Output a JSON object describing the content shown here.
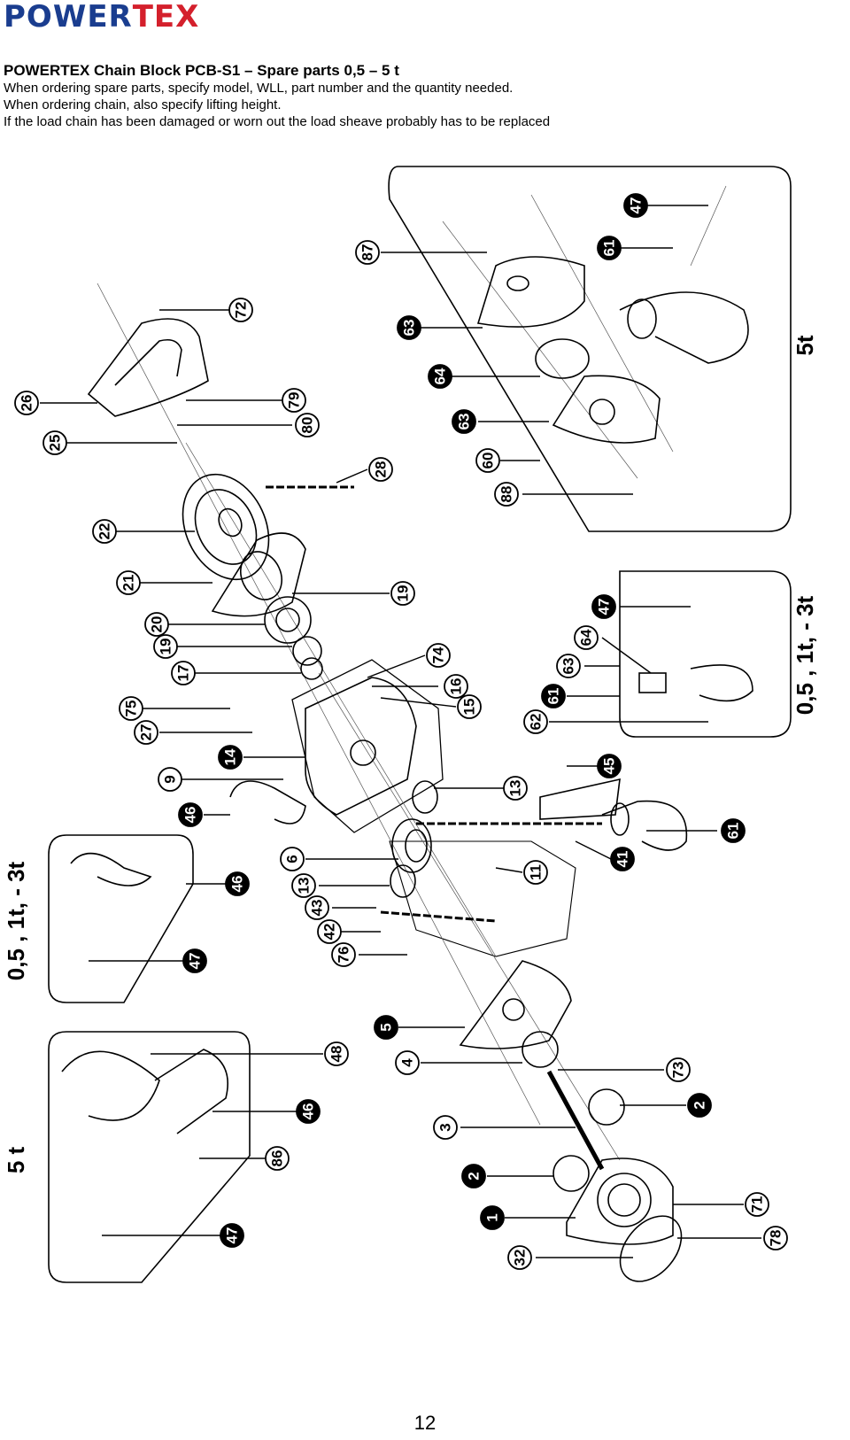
{
  "logo": {
    "part_a": "POWER",
    "part_b": "TEX",
    "color_a": "#1a3d8f",
    "color_b": "#d4202c"
  },
  "header": {
    "title": "POWERTEX Chain Block PCB-S1 – Spare parts 0,5 – 5 t",
    "lines": [
      "When ordering spare parts, specify model, WLL, part number and the quantity needed.",
      "When ordering chain, also specify lifting height.",
      "If the load chain has been damaged or worn out the load sheave probably has to be replaced"
    ]
  },
  "diagram": {
    "labels": {
      "cap_5t_right": "5t",
      "cap_small_right": "0,5 , 1t, - 3t",
      "cap_small_left": "0,5 , 1t, - 3t",
      "cap_5t_left": "5 t"
    },
    "parts": [
      "87",
      "47",
      "61",
      "72",
      "63",
      "26",
      "79",
      "64",
      "80",
      "25",
      "63",
      "60",
      "88",
      "28",
      "22",
      "21",
      "19",
      "47",
      "20",
      "19",
      "64",
      "17",
      "74",
      "63",
      "16",
      "75",
      "15",
      "61",
      "27",
      "62",
      "14",
      "13",
      "45",
      "9",
      "46",
      "41",
      "61",
      "6",
      "11",
      "46",
      "13",
      "43",
      "42",
      "76",
      "47",
      "5",
      "48",
      "4",
      "73",
      "46",
      "3",
      "2",
      "86",
      "2",
      "71",
      "1",
      "47",
      "78",
      "32"
    ]
  },
  "page_number": "12"
}
